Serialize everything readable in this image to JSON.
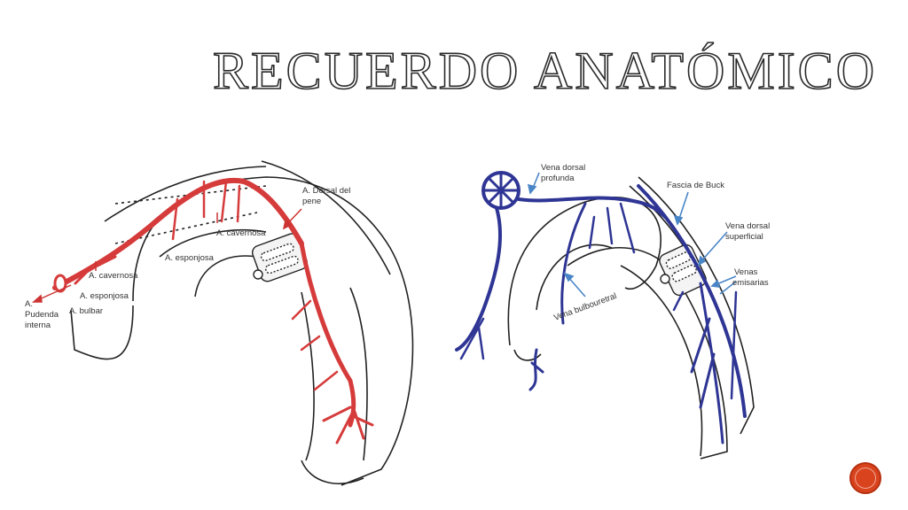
{
  "slide": {
    "title": "RECUERDO ANATÓMICO"
  },
  "arterial": {
    "labels": {
      "dorsal_1": "A. Dorsal del",
      "dorsal_2": "pene",
      "cavernosa_top": "A. cavernosa",
      "esponjosa_top": "A. esponjosa",
      "cavernosa": "A. cavernosa",
      "esponjosa": "A. esponjosa",
      "bulbar": "A. bulbar",
      "pudenda_1": "A.",
      "pudenda_2": "Pudenda",
      "pudenda_3": "interna"
    }
  },
  "venous": {
    "labels": {
      "dorsal_profunda_1": "Vena dorsal",
      "dorsal_profunda_2": "profunda",
      "fascia": "Fascia de Buck",
      "dorsal_sup_1": "Vena dorsal",
      "dorsal_sup_2": "superficial",
      "emisarias_1": "Venas",
      "emisarias_2": "emisarias",
      "bulbouretral": "Vena bulbouretral"
    }
  },
  "colors": {
    "artery": "#d63b3b",
    "vein": "#2e3594",
    "arrow": "#4a86c7",
    "nav": "#d9431d"
  },
  "nav": {
    "icon": "next-slide-icon"
  }
}
